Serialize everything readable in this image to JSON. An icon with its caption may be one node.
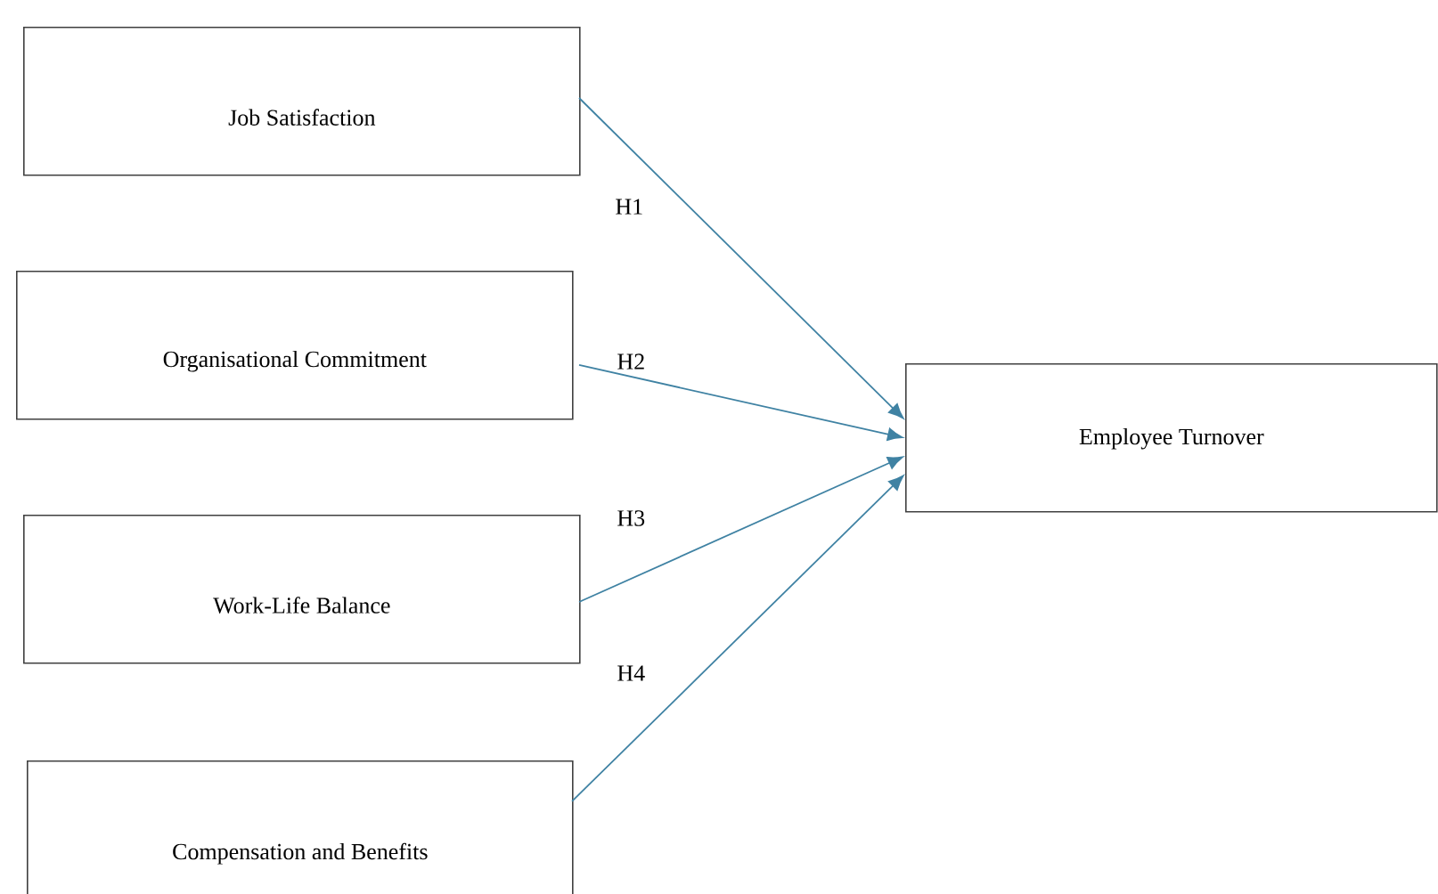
{
  "diagram": {
    "nodes": [
      {
        "text": [
          "Job Satisfaction"
        ]
      },
      {
        "text": [
          "Organisational Commitment"
        ]
      },
      {
        "text": [
          "Work-Life Balance"
        ]
      },
      {
        "text": [
          "Compensation and Benefits"
        ]
      },
      {
        "text": [
          "Employee Turnover"
        ]
      }
    ],
    "edges": [
      {
        "from": 0,
        "to": 4,
        "arrow": "to",
        "label": "H1"
      },
      {
        "from": 1,
        "to": 4,
        "arrow": "to",
        "label": "H2"
      },
      {
        "from": 2,
        "to": 4,
        "arrow": "to",
        "label": "H3"
      },
      {
        "from": 3,
        "to": 4,
        "arrow": "to",
        "label": "H4"
      }
    ]
  }
}
